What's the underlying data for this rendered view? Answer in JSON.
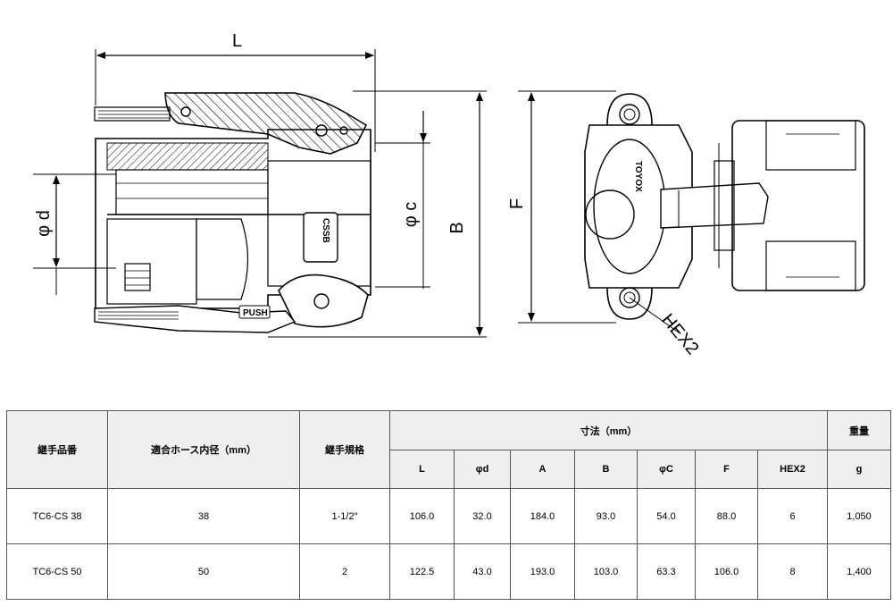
{
  "drawing": {
    "labels": {
      "L": "L",
      "B": "B",
      "F": "F",
      "phi_d": "φ d",
      "phi_c": "φ c",
      "hex2": "HEX2",
      "brand": "TOYOX",
      "push": "PUSH",
      "model": "CSSB"
    }
  },
  "table": {
    "headers": {
      "fitting_no": "継手品番",
      "hose_id": "適合ホース内径（mm）",
      "fitting_spec": "継手規格",
      "dimensions": "寸法（mm）",
      "weight": "重量",
      "weight_unit": "g"
    },
    "dim_columns": [
      "L",
      "φd",
      "A",
      "B",
      "φC",
      "F",
      "HEX2"
    ],
    "rows": [
      {
        "fitting_no": "TC6-CS 38",
        "hose_id": "38",
        "fitting_spec": "1-1/2″",
        "dims": [
          "106.0",
          "32.0",
          "184.0",
          "93.0",
          "54.0",
          "88.0",
          "6"
        ],
        "weight": "1,050"
      },
      {
        "fitting_no": "TC6-CS 50",
        "hose_id": "50",
        "fitting_spec": "2",
        "dims": [
          "122.5",
          "43.0",
          "193.0",
          "103.0",
          "63.3",
          "106.0",
          "8"
        ],
        "weight": "1,400"
      }
    ]
  }
}
